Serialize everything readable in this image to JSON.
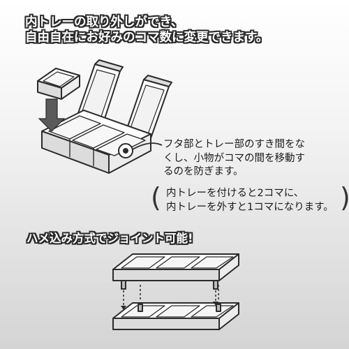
{
  "headline": {
    "line1": "内トレーの取り外しができ、",
    "line2": "自由自在にお好みのコマ数に変更できます。"
  },
  "gap_note": {
    "line1": "フタ部とトレー部のすき間をな",
    "line2": "くし、小物がコマの間を移動す",
    "line3": "るのを防ぎます。"
  },
  "tray_note": {
    "line1": "内トレーを付けると2コマに、",
    "line2": "内トレーを外すと1コマになります。"
  },
  "joint_headline": "ハメ込み方式でジョイント可能!",
  "colors": {
    "outline": "#2b2b2b",
    "fill": "#ffffff",
    "shade": "#cfcfcf"
  }
}
